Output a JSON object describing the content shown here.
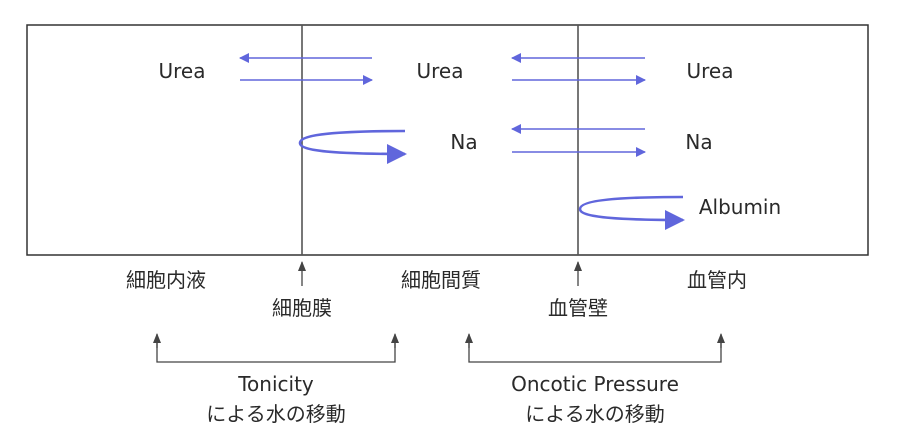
{
  "colors": {
    "arrow": "#6066dc",
    "line": "#333333",
    "text": "#2a2a2a"
  },
  "compartments": {
    "intracellular_solutes": {
      "urea": "Urea"
    },
    "interstitial_solutes": {
      "urea": "Urea",
      "na": "Na"
    },
    "intravascular_solutes": {
      "urea": "Urea",
      "na": "Na",
      "albumin": "Albumin"
    }
  },
  "labels": {
    "intracellular": "細胞内液",
    "interstitial": "細胞間質",
    "intravascular": "血管内",
    "cell_membrane": "細胞膜",
    "vessel_wall": "血管壁"
  },
  "groups": {
    "tonicity": {
      "title": "Tonicity",
      "subtitle": "による水の移動"
    },
    "oncotic": {
      "title": "Oncotic Pressure",
      "subtitle": "による水の移動"
    }
  }
}
